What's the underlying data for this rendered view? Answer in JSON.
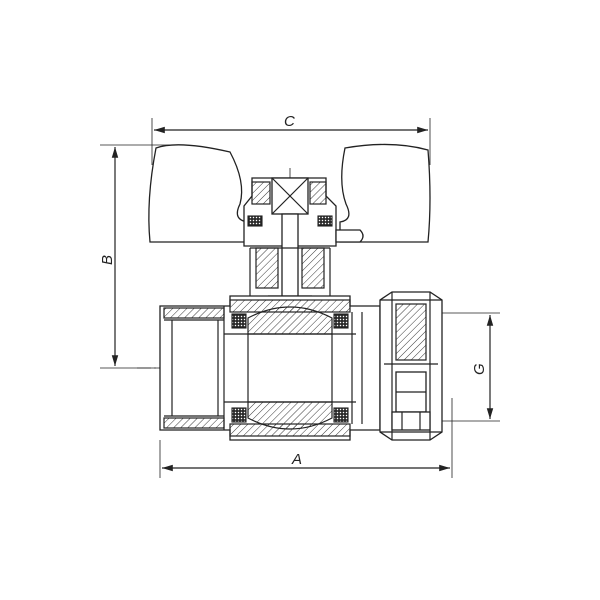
{
  "drawing": {
    "dimensions": [
      {
        "id": "C",
        "label": "C"
      },
      {
        "id": "B",
        "label": "B"
      },
      {
        "id": "G",
        "label": "G"
      },
      {
        "id": "A",
        "label": "A"
      }
    ]
  }
}
